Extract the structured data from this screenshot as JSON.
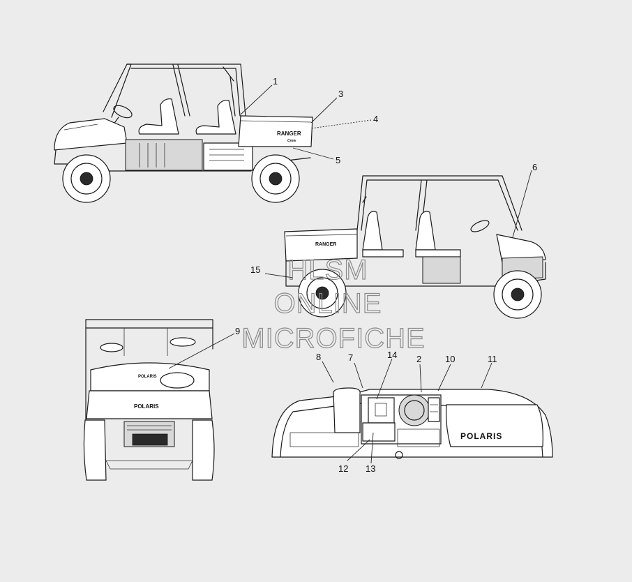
{
  "watermark": {
    "line1": "HLSM",
    "line2": "ONLINE",
    "line3": "MICROFICHE"
  },
  "decals": {
    "brand_text": "POLARIS",
    "dash_logo": "POLARIS",
    "model_text": "RANGER",
    "model_sub": "Crew"
  },
  "callouts": {
    "c1": "1",
    "c2": "2",
    "c3": "3",
    "c4": "4",
    "c5": "5",
    "c6": "6",
    "c7": "7",
    "c8": "8",
    "c9": "9",
    "c10": "10",
    "c11": "11",
    "c12": "12",
    "c13": "13",
    "c14": "14",
    "c15": "15"
  },
  "colors": {
    "background": "#ececec",
    "line": "#1a1a1a",
    "watermark": "#8a8a8a"
  }
}
